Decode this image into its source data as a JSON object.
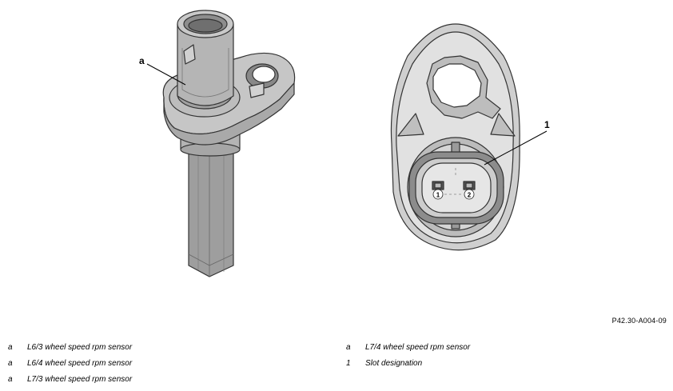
{
  "figure_code": "P42.30-A004-09",
  "callouts": {
    "left": "a",
    "right": "1",
    "pin1": "1",
    "pin2": "2"
  },
  "legend": {
    "left": [
      {
        "key": "a",
        "text": "L6/3 wheel speed rpm sensor"
      },
      {
        "key": "a",
        "text": "L6/4 wheel speed rpm sensor"
      },
      {
        "key": "a",
        "text": "L7/3 wheel speed rpm sensor"
      }
    ],
    "right": [
      {
        "key": "a",
        "text": "L7/4 wheel speed rpm sensor"
      },
      {
        "key": "1",
        "text": "Slot designation"
      }
    ]
  }
}
